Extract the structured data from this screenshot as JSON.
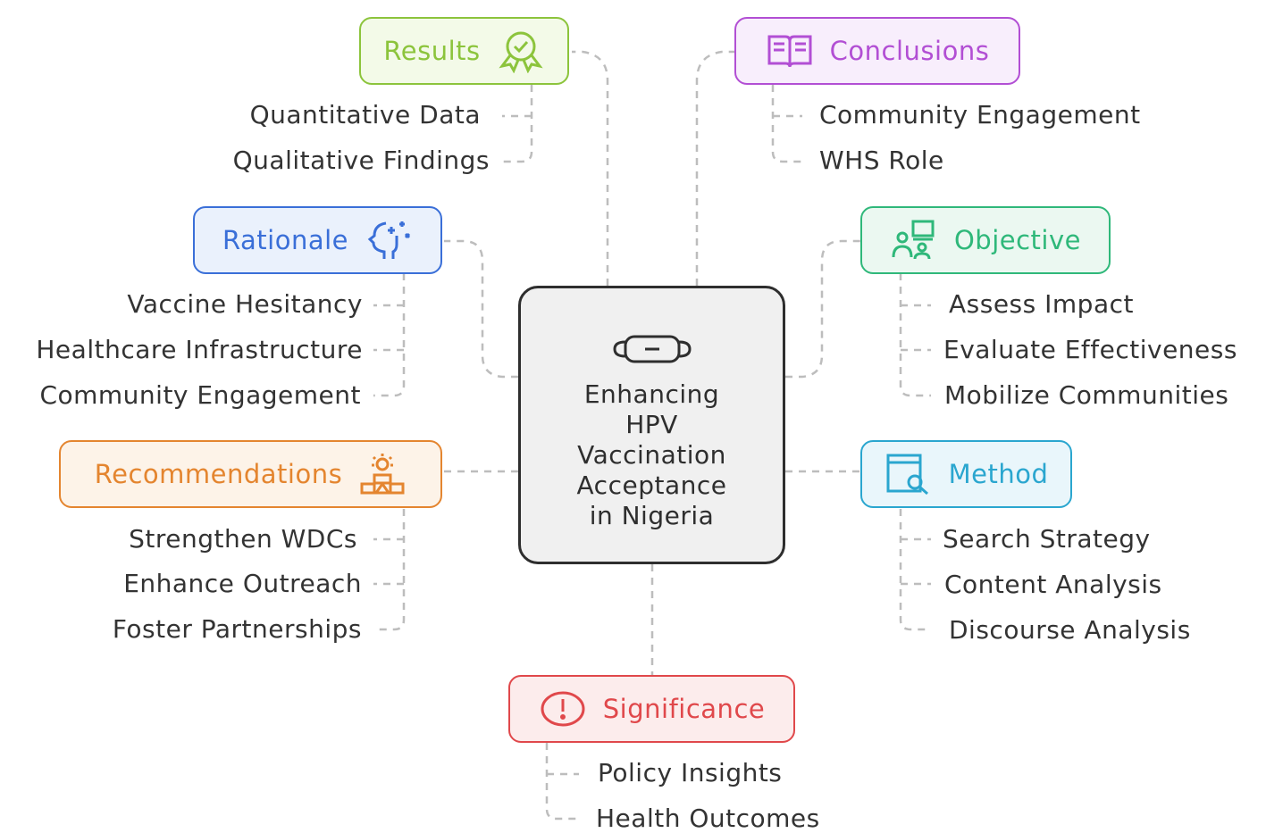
{
  "center": {
    "title": "Enhancing HPV Vaccination Acceptance in Nigeria",
    "icon": "face-mask-icon"
  },
  "branches": {
    "results": {
      "label": "Results",
      "icon": "award-badge-icon",
      "color": "#8cc43c",
      "items": [
        "Quantitative Data",
        "Qualitative Findings"
      ]
    },
    "conclusions": {
      "label": "Conclusions",
      "icon": "open-book-icon",
      "color": "#b24fd4",
      "items": [
        "Community Engagement",
        "WHS Role"
      ]
    },
    "rationale": {
      "label": "Rationale",
      "icon": "sparkle-head-icon",
      "color": "#3a6fd8",
      "items": [
        "Vaccine Hesitancy",
        "Healthcare Infrastructure",
        "Community Engagement"
      ]
    },
    "objective": {
      "label": "Objective",
      "icon": "presenter-group-icon",
      "color": "#2fb87a",
      "items": [
        "Assess Impact",
        "Evaluate Effectiveness",
        "Mobilize Communities"
      ]
    },
    "recommendations": {
      "label": "Recommendations",
      "icon": "idea-blocks-icon",
      "color": "#e4852f",
      "items": [
        "Strengthen WDCs",
        "Enhance Outreach",
        "Foster Partnerships"
      ]
    },
    "method": {
      "label": "Method",
      "icon": "document-search-icon",
      "color": "#2aa6cf",
      "items": [
        "Search Strategy",
        "Content Analysis",
        "Discourse Analysis"
      ]
    },
    "significance": {
      "label": "Significance",
      "icon": "alert-circle-icon",
      "color": "#e0484b",
      "items": [
        "Policy Insights",
        "Health Outcomes"
      ]
    }
  },
  "line_color": "#b8b8b8",
  "text_color": "#333333"
}
